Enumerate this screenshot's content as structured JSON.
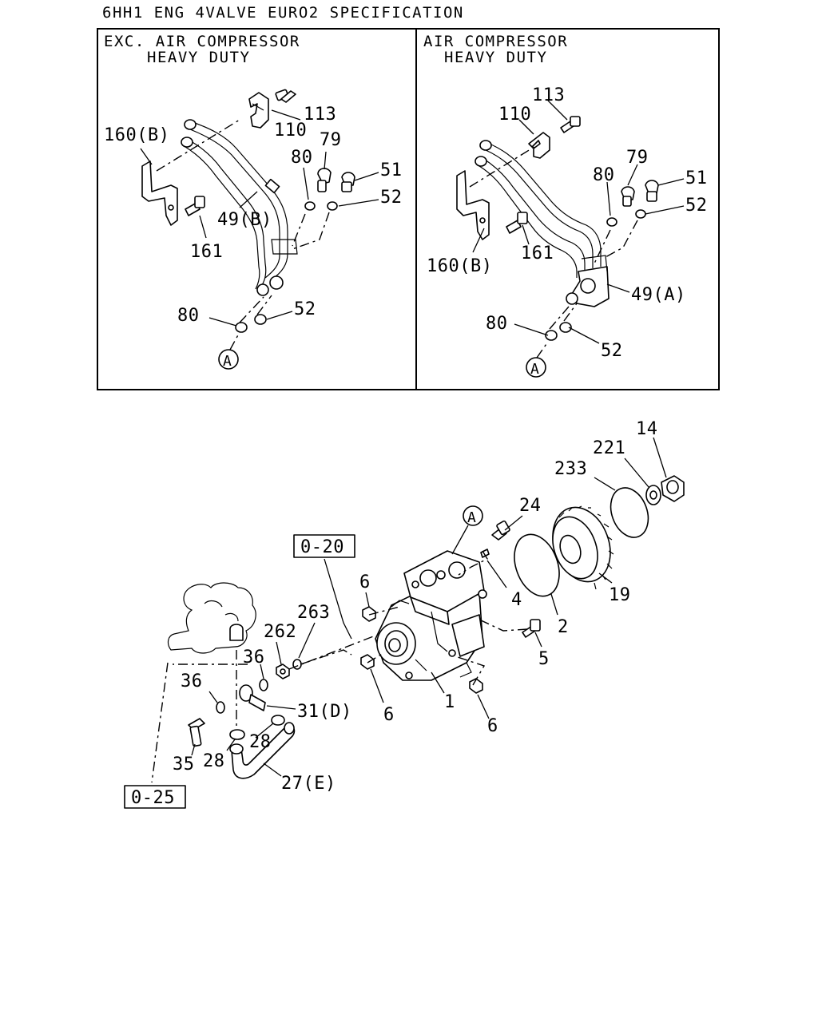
{
  "title": "6HH1 ENG 4VALVE EURO2 SPECIFICATION",
  "panel_left": {
    "heading_line1": "EXC. AIR COMPRESSOR",
    "heading_line2": "HEAVY DUTY",
    "callouts": {
      "p113": "113",
      "p110": "110",
      "p160b": "160(B)",
      "p79": "79",
      "p80a": "80",
      "p51": "51",
      "p52a": "52",
      "p49b": "49(B)",
      "p161": "161",
      "p80b": "80",
      "p52b": "52",
      "pA": "A"
    }
  },
  "panel_right": {
    "heading_line1": "AIR COMPRESSOR",
    "heading_line2": "HEAVY DUTY",
    "callouts": {
      "p113": "113",
      "p110": "110",
      "p79": "79",
      "p80a": "80",
      "p51": "51",
      "p52a": "52",
      "p161": "161",
      "p160b": "160(B)",
      "p49a": "49(A)",
      "p80b": "80",
      "p52b": "52",
      "pA": "A"
    }
  },
  "main": {
    "callouts": {
      "p14": "14",
      "p221": "221",
      "p233": "233",
      "p24": "24",
      "pA": "A",
      "ref020": "0-20",
      "p6a": "6",
      "p263": "263",
      "p262": "262",
      "p4": "4",
      "p2": "2",
      "p19": "19",
      "p36a": "36",
      "p36b": "36",
      "p5": "5",
      "p31d": "31(D)",
      "p6b": "6",
      "p1": "1",
      "p6c": "6",
      "p28a": "28",
      "p28b": "28",
      "p35": "35",
      "p27e": "27(E)",
      "ref025": "0-25"
    }
  }
}
